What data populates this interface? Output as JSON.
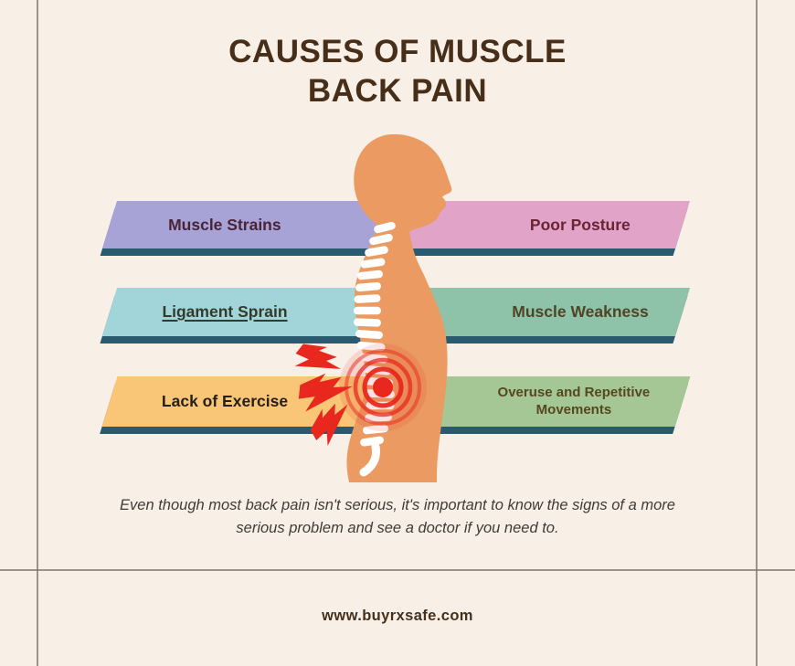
{
  "title": {
    "lines": [
      "CAUSES OF MUSCLE",
      "BACK PAIN"
    ],
    "color": "#472e18"
  },
  "causes": [
    {
      "label": "Muscle Strains",
      "side": "left",
      "row": 1,
      "color": "#a8a3d7",
      "text_color": "#4a2337"
    },
    {
      "label": "Poor Posture",
      "side": "right",
      "row": 1,
      "color": "#e1a3c7",
      "text_color": "#6a2433"
    },
    {
      "label": "Ligament Sprain",
      "side": "left",
      "row": 2,
      "color": "#a2d5d9",
      "text_color": "#333a2c",
      "underline": true
    },
    {
      "label": "Muscle Weakness",
      "side": "right",
      "row": 2,
      "color": "#8fc3a9",
      "text_color": "#4f4526"
    },
    {
      "label": "Lack of Exercise",
      "side": "left",
      "row": 3,
      "color": "#f9c678",
      "text_color": "#262018"
    },
    {
      "label": "Overuse and Repetitive Movements",
      "side": "right",
      "row": 3,
      "color": "#a5c795",
      "text_color": "#54481f"
    }
  ],
  "figure": {
    "body_color": "#eb9b62",
    "spine_color": "#ffffff",
    "pain_color": "#e8281e"
  },
  "caption": {
    "text": "Even though most back pain isn't serious, it's important to know the signs of a more serious problem and see a doctor if you need to.",
    "color": "#3f3b38"
  },
  "footer": {
    "website": "www.buyrxsafe.com",
    "color": "#45301c"
  },
  "colors": {
    "background": "#f8efe7",
    "banner_shadow": "#2a5a70",
    "frame_line": "#7b7467"
  }
}
